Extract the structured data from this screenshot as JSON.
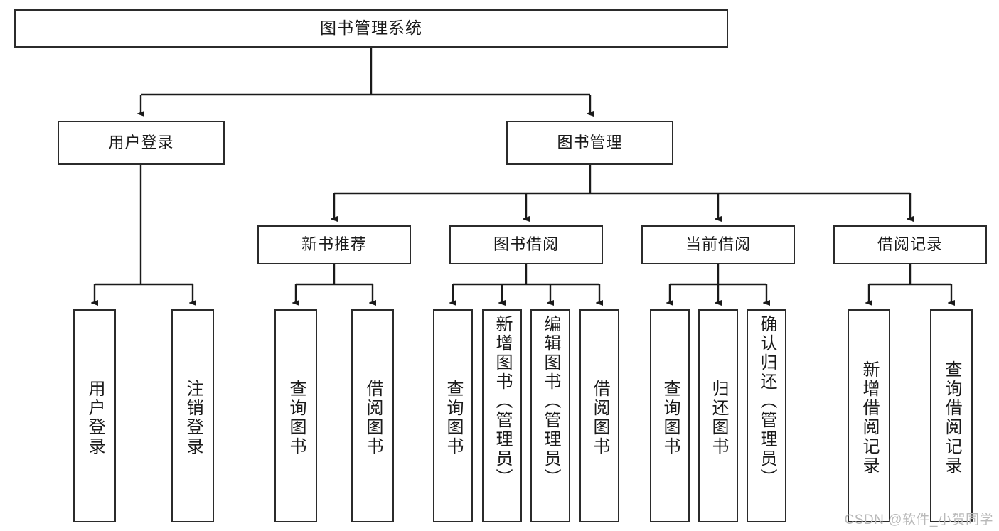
{
  "diagram": {
    "title": "图书管理系统",
    "watermark": "CSDN @软件_小贺同学",
    "colors": {
      "border": "#2b2b2b",
      "background": "#ffffff",
      "text": "#1a1a1a",
      "edge": "#1a1a1a",
      "watermark": "#b9b9b9"
    },
    "levels": {
      "root": {
        "label": "图书管理系统"
      },
      "level2": [
        {
          "label": "用户登录"
        },
        {
          "label": "图书管理"
        }
      ],
      "level3": [
        {
          "label": "新书推荐"
        },
        {
          "label": "图书借阅"
        },
        {
          "label": "当前借阅"
        },
        {
          "label": "借阅记录"
        }
      ],
      "leaves": [
        {
          "label": "用户登录",
          "parent": "用户登录"
        },
        {
          "label": "注销登录",
          "parent": "用户登录"
        },
        {
          "label": "查询图书",
          "parent": "新书推荐"
        },
        {
          "label": "借阅图书",
          "parent": "新书推荐"
        },
        {
          "label": "查询图书",
          "parent": "图书借阅"
        },
        {
          "label": "新增图书（管理员）",
          "parent": "图书借阅"
        },
        {
          "label": "编辑图书（管理员）",
          "parent": "图书借阅"
        },
        {
          "label": "借阅图书",
          "parent": "图书借阅"
        },
        {
          "label": "查询图书",
          "parent": "当前借阅"
        },
        {
          "label": "归还图书",
          "parent": "当前借阅"
        },
        {
          "label": "确认归还（管理员）",
          "parent": "当前借阅"
        },
        {
          "label": "新增借阅记录",
          "parent": "借阅记录"
        },
        {
          "label": "查询借阅记录",
          "parent": "借阅记录"
        }
      ]
    }
  }
}
